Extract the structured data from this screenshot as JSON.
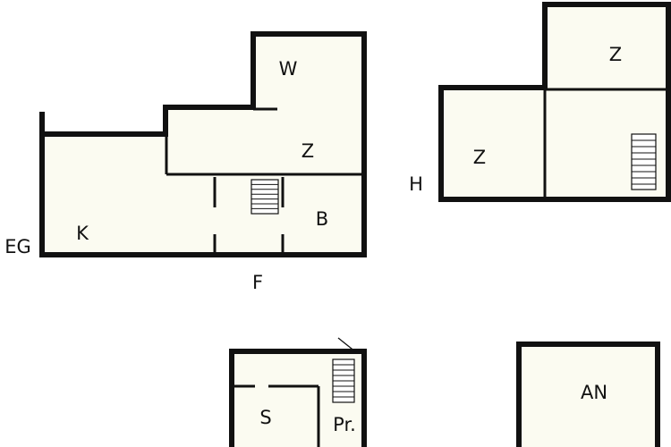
{
  "floors": {
    "ground": {
      "label": "EG",
      "rooms": {
        "living": "W",
        "bedroom": "Z",
        "kitchen": "K",
        "bathroom": "B"
      },
      "entrance": "F"
    },
    "upper": {
      "label": "H",
      "rooms": {
        "bedroom_top": "Z",
        "bedroom_left": "Z"
      }
    },
    "annex": {
      "rooms": {
        "storage": "S",
        "private": "Pr."
      }
    },
    "outbuilding": {
      "label": "AN"
    }
  },
  "colors": {
    "floor_fill": "#fbfbf1",
    "wall": "#111111"
  }
}
